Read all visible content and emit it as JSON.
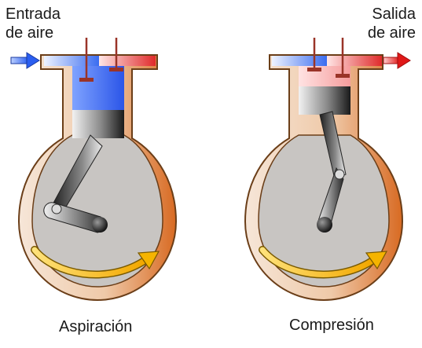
{
  "labels": {
    "inlet_line1": "Entrada",
    "inlet_line2": "de aire",
    "outlet_line1": "Salida",
    "outlet_line2": "de aire"
  },
  "captions": {
    "left": "Aspiración",
    "right": "Compresión"
  },
  "colors": {
    "cold_air": "#2a5ef0",
    "hot_air": "#e02020",
    "case_outline": "#7a4a1e",
    "case_fill_light": "#f3dcc8",
    "case_fill_dark": "#d8742e",
    "crankcase_interior": "#c9c6c3",
    "rotation_arrow": "#f5b400",
    "valve": "#a33a2a"
  },
  "icons": [
    "inlet-arrow-icon",
    "outlet-arrow-icon",
    "rotation-arrow-icon"
  ]
}
